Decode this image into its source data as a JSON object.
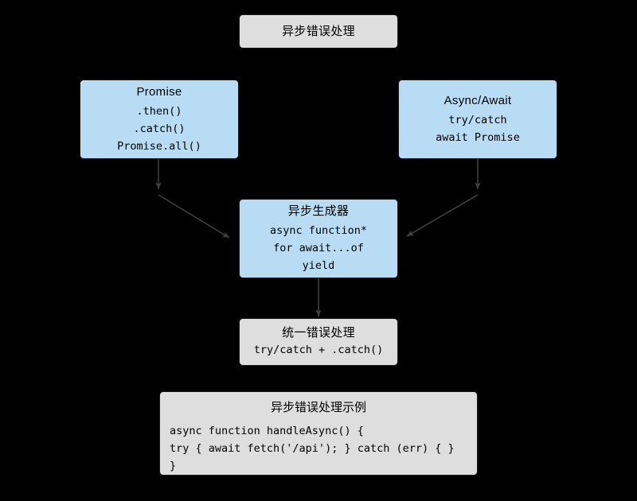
{
  "diagram": {
    "background": "#000000",
    "accent_blue": "#b9dcf5",
    "accent_gray": "#dedede",
    "edge_color": "#3f3f3f",
    "border_color": "#1a1a1a",
    "nodes": {
      "root": {
        "title": "异步错误处理",
        "lines": []
      },
      "promise": {
        "title": "Promise",
        "lines": [
          ".then()",
          ".catch()",
          "Promise.all()"
        ]
      },
      "asyncawait": {
        "title": "Async/Await",
        "lines": [
          "try/catch",
          "await Promise"
        ]
      },
      "generator": {
        "title": "异步生成器",
        "lines": [
          "async function*",
          "for await...of",
          "yield"
        ]
      },
      "unified": {
        "title": "统一错误处理",
        "lines": [
          "try/catch + .catch()"
        ]
      },
      "example": {
        "title": "异步错误处理示例",
        "code": [
          "async function handleAsync() {",
          "try { await fetch('/api'); } catch (err) { }",
          "}"
        ]
      }
    }
  }
}
